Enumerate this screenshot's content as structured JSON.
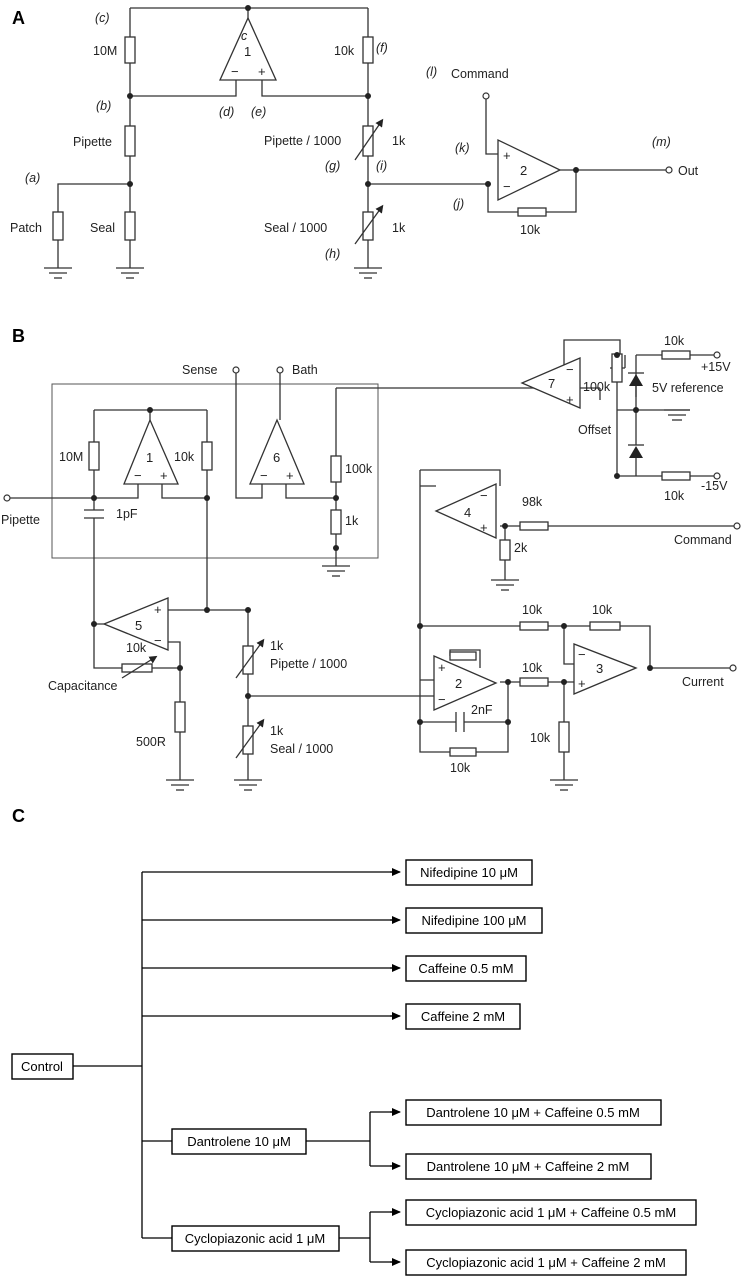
{
  "panels": {
    "a": {
      "letter": "A",
      "nodes": [
        "(a)",
        "(b)",
        "(c)",
        "(d)",
        "(e)",
        "(f)",
        "(g)",
        "(h)",
        "(i)",
        "(j)",
        "(k)",
        "(l)",
        "(m)"
      ],
      "node_c_small": "c",
      "resistors": {
        "r10m": "10M",
        "r10k_top": "10k",
        "pipette": "Pipette",
        "patch": "Patch",
        "seal": "Seal",
        "pipette_1000": "Pipette / 1000",
        "r1k_a": "1k",
        "seal_1000": "Seal / 1000",
        "r1k_b": "1k",
        "r10k_fb": "10k"
      },
      "amps": [
        "1",
        "2"
      ],
      "amp_signs": {
        "minus": "−",
        "plus": "+"
      },
      "command": "Command",
      "out": "Out"
    },
    "b": {
      "letter": "B",
      "sense": "Sense",
      "bath": "Bath",
      "pipette": "Pipette",
      "r10m": "10M",
      "r10k_1": "10k",
      "c1pf": "1pF",
      "r100k": "100k",
      "r1k": "1k",
      "amps": [
        "1",
        "6",
        "7",
        "5",
        "4",
        "2",
        "3"
      ],
      "offset_pot": "100k",
      "offset": "Offset",
      "ref_label": "5V reference",
      "r10k_top": "10k",
      "v_pos": "+15V",
      "r10k_bot": "10k",
      "v_neg": "-15V",
      "r98k": "98k",
      "r2k": "2k",
      "command": "Command",
      "r10k_cap": "10k",
      "capacitance": "Capacitance",
      "r500": "500R",
      "pip_1k": "1k",
      "pip_label": "Pipette / 1000",
      "seal_1k": "1k",
      "seal_label": "Seal / 1000",
      "r10k_a": "10k",
      "r10k_b": "10k",
      "r10k_c": "10k",
      "r10k_d": "10k",
      "r10k_e": "10k",
      "c2nf": "2nF",
      "current": "Current"
    },
    "c": {
      "letter": "C",
      "root": "Control",
      "direct_branches": [
        "Nifedipine 10 μM",
        "Nifedipine 100 μM",
        "Caffeine 0.5 mM",
        "Caffeine 2 mM"
      ],
      "groups": [
        {
          "label": "Dantrolene 10 μM",
          "children": [
            "Dantrolene 10 μM + Caffeine 0.5 mM",
            "Dantrolene 10 μM + Caffeine 2 mM"
          ]
        },
        {
          "label": "Cyclopiazonic acid 1 μM",
          "children": [
            "Cyclopiazonic acid 1 μM + Caffeine 0.5 mM",
            "Cyclopiazonic acid 1 μM + Caffeine 2 mM"
          ]
        }
      ]
    }
  },
  "colors": {
    "ink": "#222222",
    "background": "#ffffff"
  }
}
